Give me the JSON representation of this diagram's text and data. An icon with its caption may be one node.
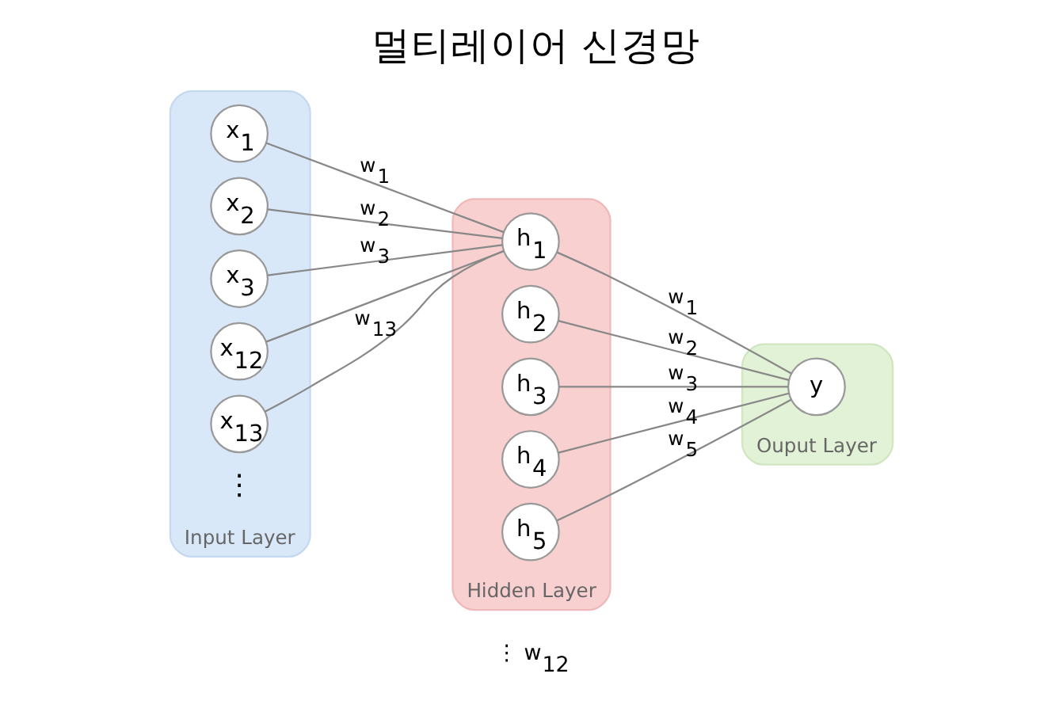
{
  "diagram": {
    "title": "멀티레이어 신경망",
    "nodes": [
      {
        "text": [
          "Input Layer"
        ]
      },
      {
        "text": [
          "x$_{1}$"
        ],
        "in": 0
      },
      {
        "text": [
          "x$_{2}$"
        ],
        "in": 0
      },
      {
        "text": [
          "x$_{3}$"
        ],
        "in": 0
      },
      {
        "text": [
          "x$_{12}$"
        ],
        "in": 0
      },
      {
        "text": [
          "x$_{13}$"
        ],
        "in": 0
      },
      {
        "text": [
          "Hidden Layer"
        ]
      },
      {
        "text": [
          "h$_{1}$"
        ],
        "in": 6
      },
      {
        "text": [
          "h$_{2}$"
        ],
        "in": 6
      },
      {
        "text": [
          "h$_{3}$"
        ],
        "in": 6
      },
      {
        "text": [
          "h$_{4}$"
        ],
        "in": 6
      },
      {
        "text": [
          "h$_{5}$"
        ],
        "in": 6
      },
      {
        "text": [
          "Ouput Layer"
        ]
      },
      {
        "text": [
          "y"
        ],
        "in": 12
      }
    ],
    "edges": [
      {
        "from": 1,
        "to": 7,
        "arrow": "none",
        "label": "w$_{1}$"
      },
      {
        "from": 2,
        "to": 7,
        "arrow": "none",
        "label": "w$_{2}$"
      },
      {
        "from": 3,
        "to": 7,
        "arrow": "none",
        "label": "w$_{3}$"
      },
      {
        "from": 4,
        "to": 7,
        "arrow": "none"
      },
      {
        "from": 5,
        "to": 7,
        "arrow": "none",
        "label": "w$_{13}$"
      },
      {
        "from": 7,
        "to": 13,
        "arrow": "none",
        "label": "w$_{1}$"
      },
      {
        "from": 8,
        "to": 13,
        "arrow": "none",
        "label": "w$_{2}$"
      },
      {
        "from": 9,
        "to": 13,
        "arrow": "none",
        "label": "w$_{3}$"
      },
      {
        "from": 10,
        "to": 13,
        "arrow": "none",
        "label": "w$_{4}$"
      },
      {
        "from": 11,
        "to": 13,
        "arrow": "none",
        "label": "w$_{5}$"
      }
    ],
    "labels": [
      "⋮",
      "⋮",
      "w$_{12}$"
    ]
  }
}
